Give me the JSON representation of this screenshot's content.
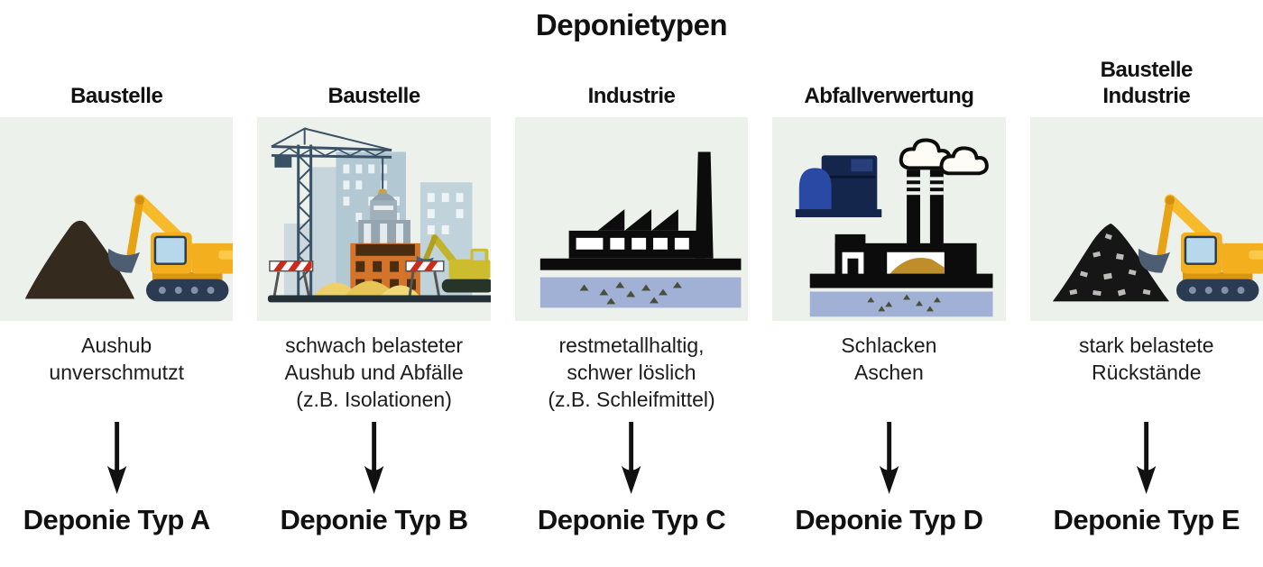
{
  "title": "Deponietypen",
  "colors": {
    "panel_background": "#edf1ec",
    "ground_strip_blue": "#a1b0d5",
    "excavator_yellow": "#f4af1e",
    "excavator_boom_yellow": "#f6ba2b",
    "track_navy": "#2b3c52",
    "bucket_slate": "#4d5d72",
    "cab_window_blue": "#b7d8ea",
    "earth_mound_brown": "#342a1e",
    "rubble_black": "#161616",
    "factory_black": "#0c0c0c",
    "truck_body_navy": "#15264c",
    "truck_cab_blue": "#2a49a4",
    "ash_gold": "#bf8e2b",
    "construction_orange": "#d4742a",
    "background_building_blue": "#b2c8d2",
    "sand_yellow": "#eed06a",
    "barrier_red": "#cc2a1a",
    "arrow_black": "#111111",
    "text_black": "#111111"
  },
  "columns": [
    {
      "source": "Baustelle",
      "illustration": "earth mound and excavator",
      "description": "Aushub\nunverschmutzt",
      "target": "Deponie Typ A"
    },
    {
      "source": "Baustelle",
      "illustration": "construction site with tower crane",
      "description": "schwach belasteter\nAushub und Abfälle\n(z.B. Isolationen)",
      "target": "Deponie Typ B"
    },
    {
      "source": "Industrie",
      "illustration": "factory silhouette over ground layer",
      "description": "restmetallhaltig,\nschwer löslich\n(z.B. Schleifmittel)",
      "target": "Deponie Typ C"
    },
    {
      "source": "Abfallverwertung",
      "illustration": "waste incineration plant with truck",
      "description": "Schlacken\nAschen",
      "target": "Deponie Typ D"
    },
    {
      "source": "Baustelle\nIndustrie",
      "illustration": "rubble mound and excavator",
      "description": "stark belastete\nRückstände",
      "target": "Deponie Typ E"
    }
  ]
}
